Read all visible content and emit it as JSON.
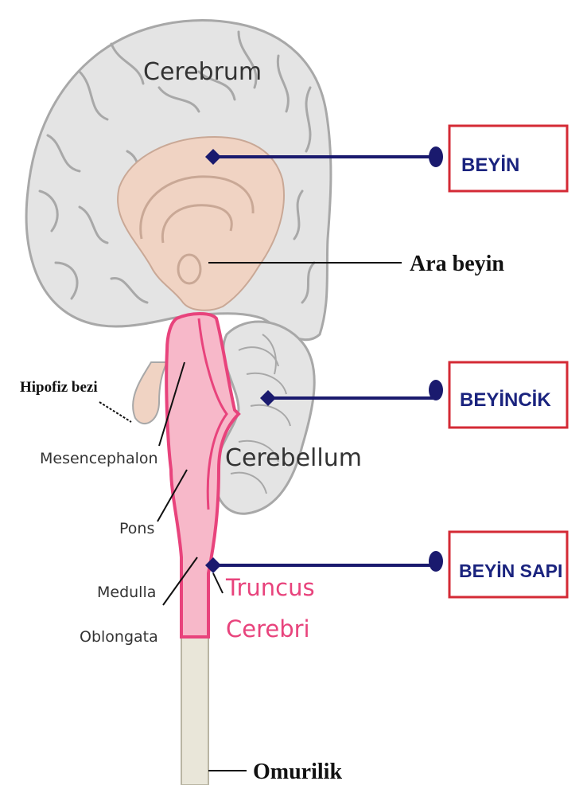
{
  "labels": {
    "cerebrum": "Cerebrum",
    "ara_beyin": "Ara beyin",
    "hipofiz": "Hipofiz bezi",
    "mesencephalon": "Mesencephalon",
    "cerebellum": "Cerebellum",
    "pons": "Pons",
    "medulla_line1": "Medulla",
    "medulla_line2": "Oblongata",
    "truncus_line1": "Truncus",
    "truncus_line2": "Cerebri",
    "omurilik": "Omurilik"
  },
  "boxes": {
    "beyin": "BEYİN",
    "beyincik": "BEYİNCİK",
    "beyin_sapi": "BEYİN SAPI"
  },
  "colors": {
    "cortex_fill": "#e4e4e4",
    "cortex_stroke": "#a8a8a8",
    "diencephalon_fill": "#f0d3c3",
    "brainstem_fill": "#f7b8c9",
    "brainstem_stroke": "#e8437c",
    "spinal_fill": "#e9e6d9",
    "pointer_line": "#1a1a6e",
    "box_border": "#d42a35",
    "box_text": "#1a237e",
    "truncus_text": "#e8437c"
  }
}
